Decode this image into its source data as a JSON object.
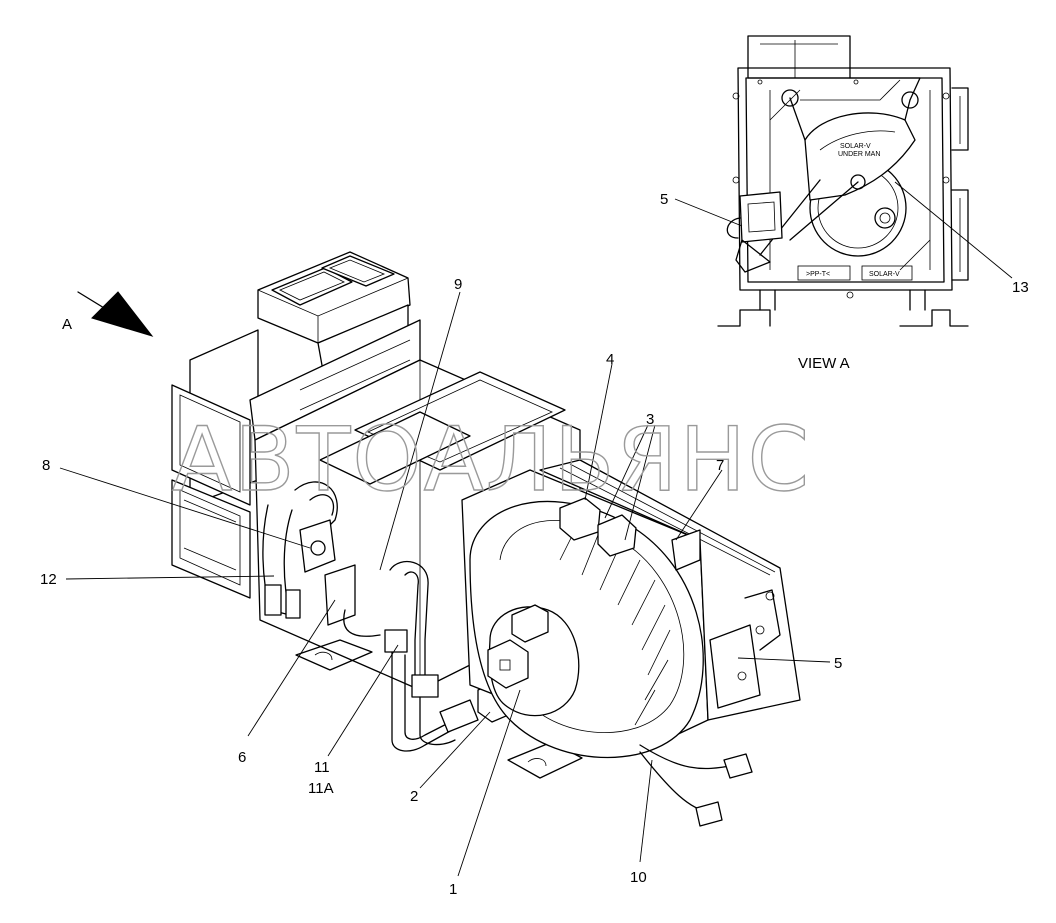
{
  "watermark": "АВТОАЛЬЯНС",
  "view_caption": "VIEW    A",
  "view_arrow_label": "A",
  "plate_text_1": "SOLAR-V",
  "plate_text_2": ">PP-T<",
  "plate_text_3": "SOLAR-V",
  "plate_text_4": "UNDER MAN",
  "callouts": {
    "c1": "1",
    "c2": "2",
    "c3": "3",
    "c4": "4",
    "c5_main": "5",
    "c5_view": "5",
    "c6": "6",
    "c7": "7",
    "c8": "8",
    "c9": "9",
    "c10": "10",
    "c11": "11",
    "c11a": "11A",
    "c12": "12",
    "c13": "13"
  }
}
